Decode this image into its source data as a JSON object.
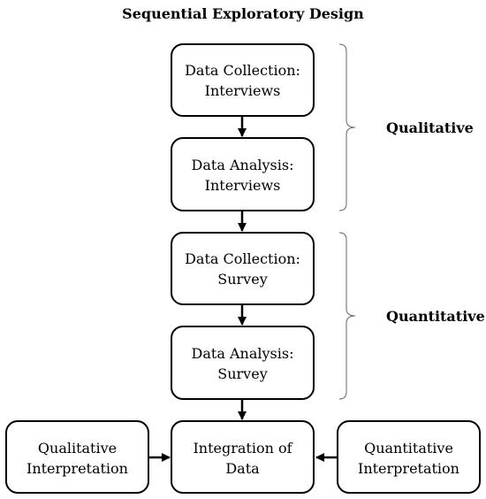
{
  "title": "Sequential Exploratory Design",
  "nodes": [
    {
      "id": "qual-collection",
      "lines": [
        "Data Collection:",
        "Interviews"
      ]
    },
    {
      "id": "qual-analysis",
      "lines": [
        "Data Analysis:",
        "Interviews"
      ]
    },
    {
      "id": "quant-collection",
      "lines": [
        "Data Collection:",
        "Survey"
      ]
    },
    {
      "id": "quant-analysis",
      "lines": [
        "Data Analysis:",
        "Survey"
      ]
    },
    {
      "id": "integration",
      "lines": [
        "Integration of",
        "Data"
      ]
    },
    {
      "id": "qual-interpretation",
      "lines": [
        "Qualitative",
        "Interpretation"
      ]
    },
    {
      "id": "quant-interpretation",
      "lines": [
        "Quantitative",
        "Interpretation"
      ]
    }
  ],
  "phases": {
    "qualitative": "Qualitative",
    "quantitative": "Quantitative"
  },
  "edges": [
    {
      "from": "qual-collection",
      "to": "qual-analysis"
    },
    {
      "from": "qual-analysis",
      "to": "quant-collection"
    },
    {
      "from": "quant-collection",
      "to": "quant-analysis"
    },
    {
      "from": "quant-analysis",
      "to": "integration"
    },
    {
      "from": "qual-interpretation",
      "to": "integration"
    },
    {
      "from": "quant-interpretation",
      "to": "integration"
    }
  ]
}
